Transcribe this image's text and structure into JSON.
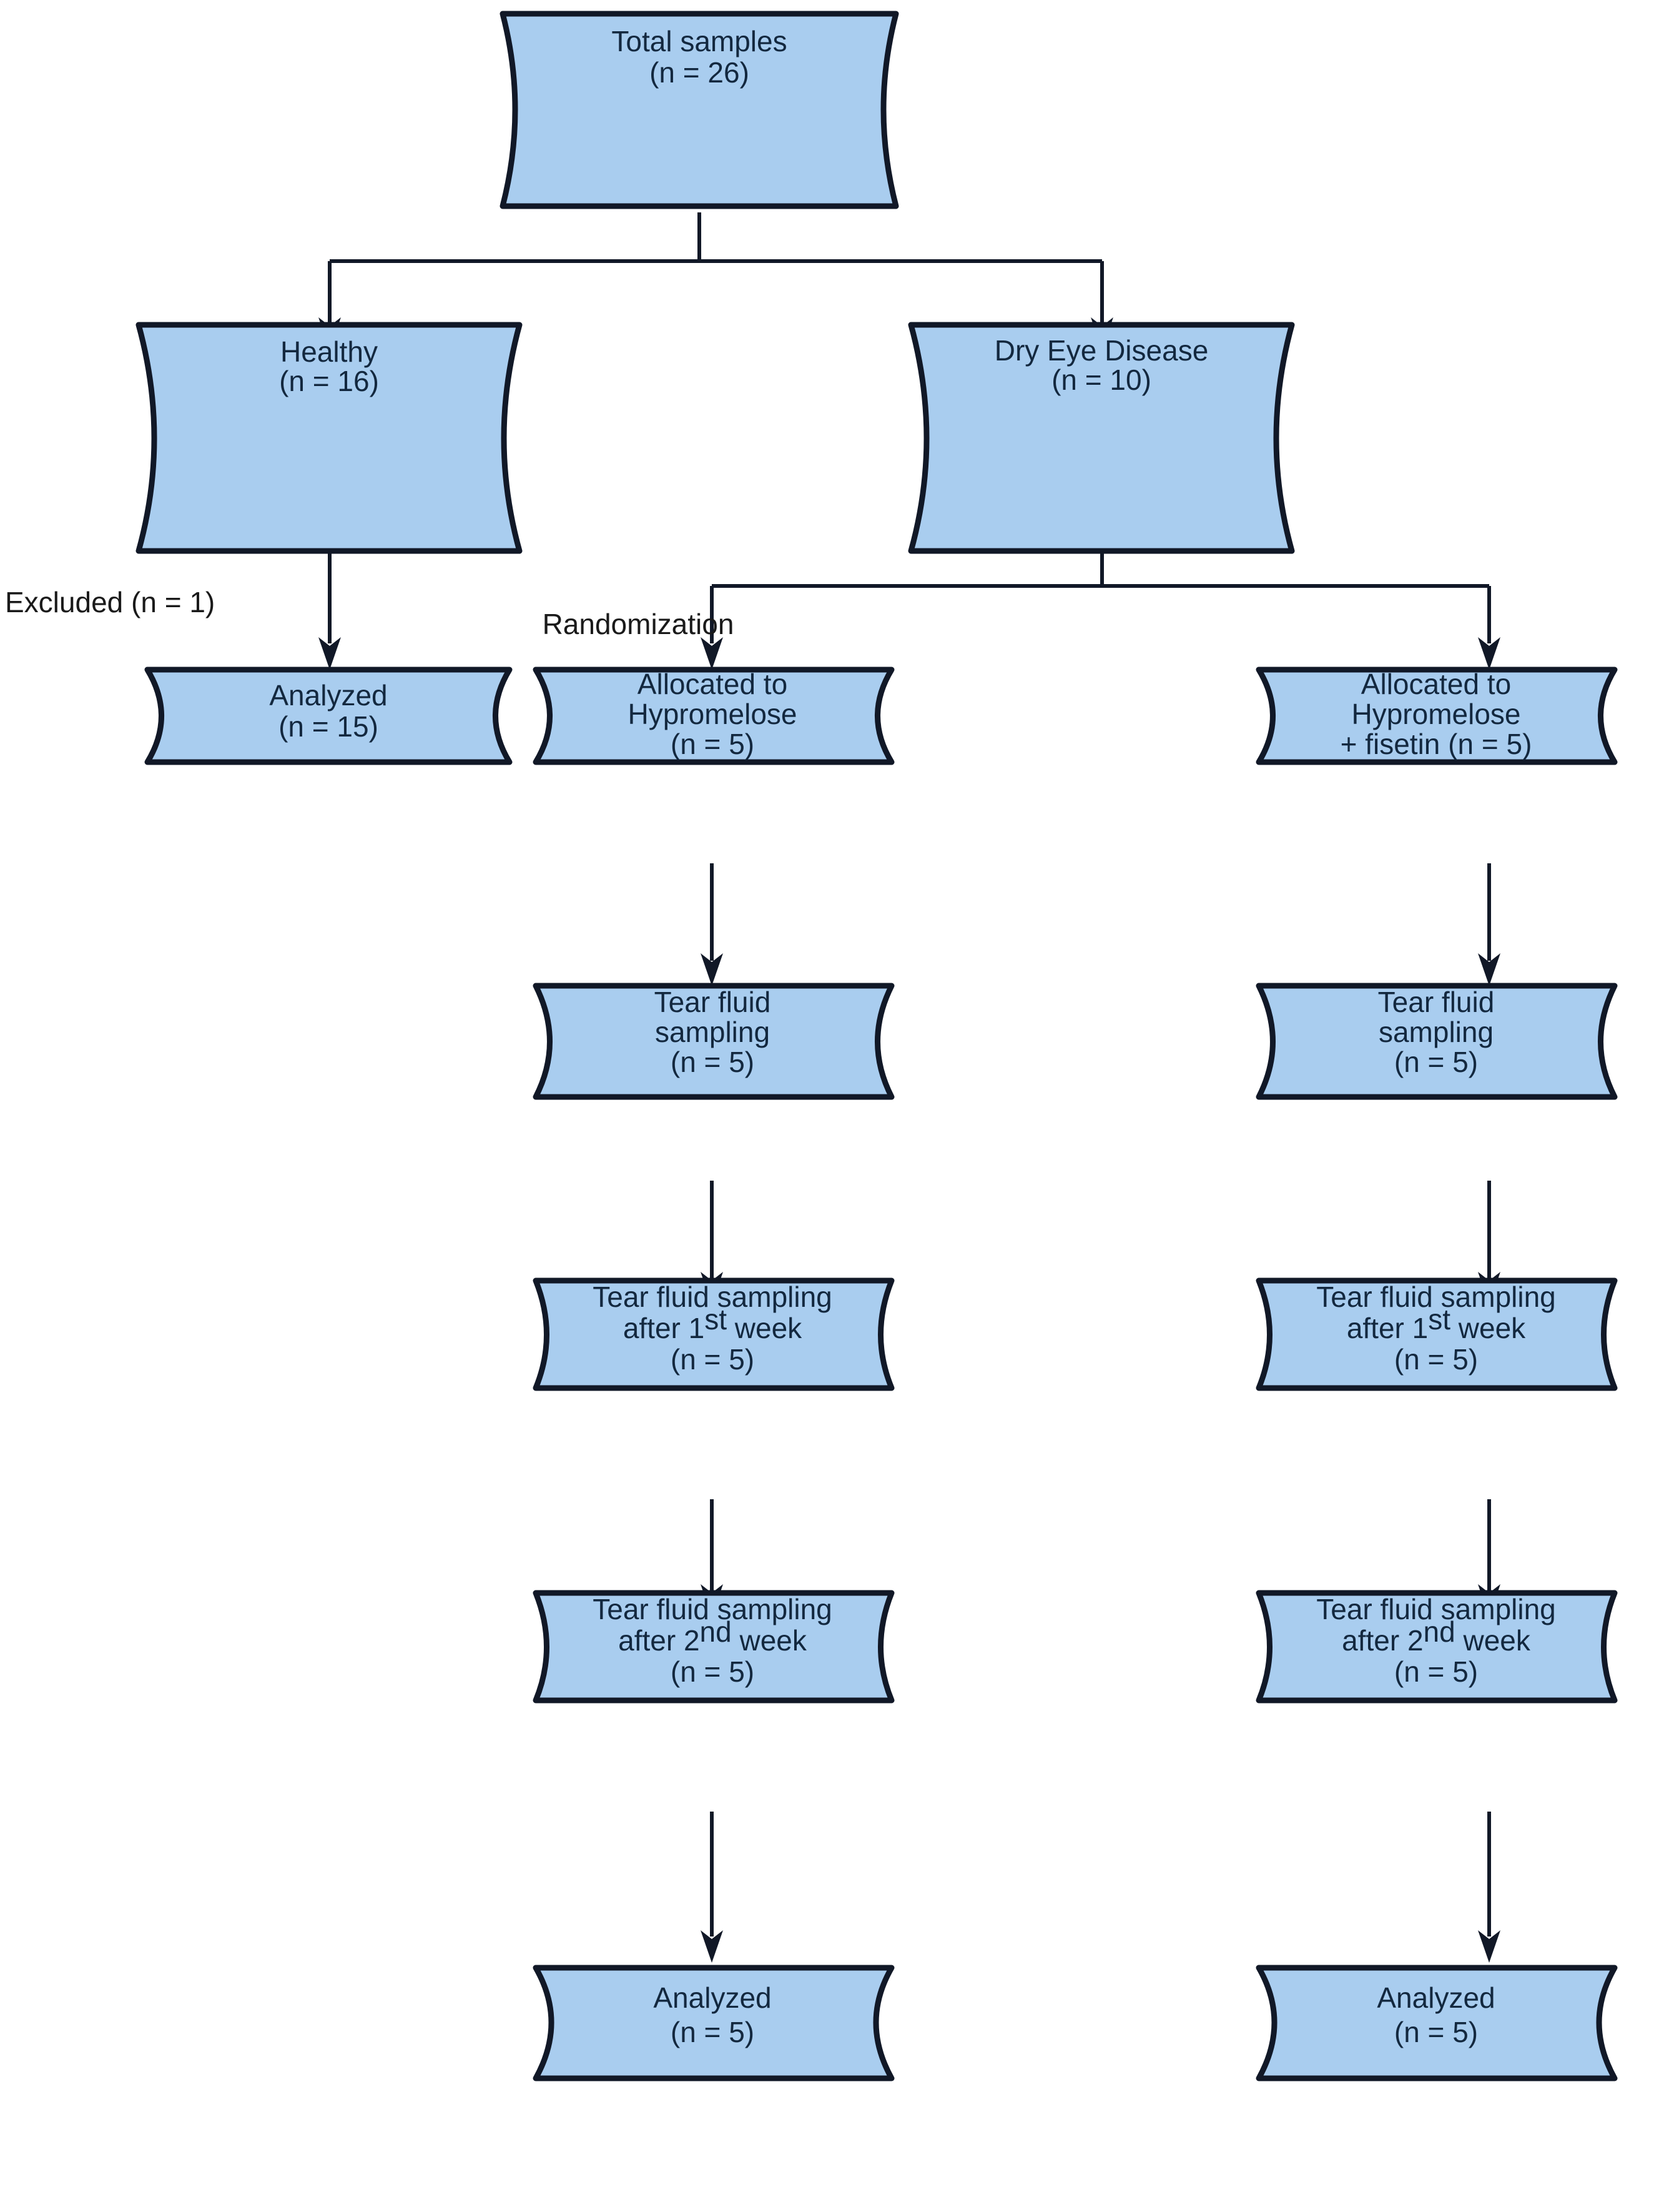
{
  "diagram": {
    "title": "Study sample flow diagram",
    "type": "flowchart",
    "colors": {
      "node_fill": "#a9cdef",
      "node_stroke": "#111827",
      "text": "#13283f",
      "edge": "#111827",
      "background": "#ffffff"
    },
    "nodes": [
      {
        "id": "total-samples",
        "lines": [
          "Total samples",
          "(n = 26)"
        ],
        "label": "Total samples",
        "count": "(n = 26)"
      },
      {
        "id": "healthy",
        "lines": [
          "Healthy",
          "(n = 16)"
        ],
        "label": "Healthy",
        "count": "(n = 16)"
      },
      {
        "id": "dry-eye-disease",
        "lines": [
          "Dry Eye Disease",
          "(n = 10)"
        ],
        "label": "Dry Eye Disease",
        "count": "(n = 10)"
      },
      {
        "id": "healthy-analyzed",
        "lines": [
          "Analyzed",
          "(n = 15)"
        ],
        "label": "Analyzed",
        "count": "(n = 15)"
      },
      {
        "id": "allocated-hypromelose",
        "lines": [
          "Allocated to",
          "Hypromelose",
          "(n = 5)"
        ],
        "label": "Allocated to Hypromelose",
        "count": "(n = 5)"
      },
      {
        "id": "allocated-hypromelose-fisetin",
        "lines": [
          "Allocated to",
          "Hypromelose",
          "+ fisetin (n = 5)"
        ],
        "label": "Allocated to Hypromelose + fisetin",
        "count": "(n = 5)"
      },
      {
        "id": "tear-sampling-left",
        "lines": [
          "Tear fluid",
          "sampling",
          "(n = 5)"
        ],
        "label": "Tear fluid sampling",
        "count": "(n = 5)"
      },
      {
        "id": "tear-sampling-right",
        "lines": [
          "Tear fluid",
          "sampling",
          "(n = 5)"
        ],
        "label": "Tear fluid sampling",
        "count": "(n = 5)"
      },
      {
        "id": "tear-week1-left",
        "lines": [
          "Tear fluid sampling",
          "after 1st week",
          "(n = 5)"
        ],
        "label": "Tear fluid sampling after 1st week",
        "ordinal_number": "1",
        "ordinal_suffix": "st",
        "ordinal_tail": " week",
        "ordinal_head": "after ",
        "count": "(n = 5)"
      },
      {
        "id": "tear-week1-right",
        "lines": [
          "Tear fluid sampling",
          "after 1st week",
          "(n = 5)"
        ],
        "label": "Tear fluid sampling after 1st week",
        "ordinal_number": "1",
        "ordinal_suffix": "st",
        "ordinal_tail": " week",
        "ordinal_head": "after ",
        "count": "(n = 5)"
      },
      {
        "id": "tear-week2-left",
        "lines": [
          "Tear fluid sampling",
          "after 2nd week",
          "(n = 5)"
        ],
        "label": "Tear fluid sampling after 2nd week",
        "ordinal_number": "2",
        "ordinal_suffix": "nd",
        "ordinal_tail": " week",
        "ordinal_head": "after ",
        "count": "(n = 5)"
      },
      {
        "id": "tear-week2-right",
        "lines": [
          "Tear fluid sampling",
          "after 2nd week",
          "(n = 5)"
        ],
        "label": "Tear fluid sampling after 2nd week",
        "ordinal_number": "2",
        "ordinal_suffix": "nd",
        "ordinal_tail": " week",
        "ordinal_head": "after ",
        "count": "(n = 5)"
      },
      {
        "id": "analyzed-left",
        "lines": [
          "Analyzed",
          "(n = 5)"
        ],
        "label": "Analyzed",
        "count": "(n = 5)"
      },
      {
        "id": "analyzed-right",
        "lines": [
          "Analyzed",
          "(n = 5)"
        ],
        "label": "Analyzed",
        "count": "(n = 5)"
      }
    ],
    "edge_labels": {
      "excluded": "Excluded (n = 1)",
      "randomization": "Randomization"
    },
    "text": {
      "node1_line1": "Total samples",
      "node1_line2": "(n = 26)",
      "node2_line1": "Healthy",
      "node2_line2": "(n = 16)",
      "node3_line1": "Dry Eye Disease",
      "node3_line2": "(n = 10)",
      "node4_line1": "Analyzed",
      "node4_line2": "(n = 15)",
      "node5_line1": "Allocated to",
      "node5_line2": "Hypromelose",
      "node5_line3": "(n = 5)",
      "node6_line1": "Allocated to",
      "node6_line2": "Hypromelose",
      "node6_line3": "+ fisetin (n = 5)",
      "node7_line1": "Tear fluid",
      "node7_line2": "sampling",
      "node7_line3": "(n = 5)",
      "node8_line1": "Tear fluid",
      "node8_line2": "sampling",
      "node8_line3": "(n = 5)",
      "node9_line1": "Tear fluid sampling",
      "node9_after": "after ",
      "node9_num": "1",
      "node9_sup": "st",
      "node9_week": " week",
      "node9_line3": "(n = 5)",
      "node10_line1": "Tear fluid sampling",
      "node10_after": "after ",
      "node10_num": "1",
      "node10_sup": "st",
      "node10_week": " week",
      "node10_line3": "(n = 5)",
      "node11_line1": "Tear fluid sampling",
      "node11_after": "after ",
      "node11_num": "2",
      "node11_sup": "nd",
      "node11_week": " week",
      "node11_line3": "(n = 5)",
      "node12_line1": "Tear fluid sampling",
      "node12_after": "after ",
      "node12_num": "2",
      "node12_sup": "nd",
      "node12_week": " week",
      "node12_line3": "(n = 5)",
      "node13_line1": "Analyzed",
      "node13_line2": "(n = 5)",
      "node14_line1": "Analyzed",
      "node14_line2": "(n = 5)",
      "label_excluded": "Excluded (n = 1)",
      "label_randomization": "Randomization"
    }
  }
}
